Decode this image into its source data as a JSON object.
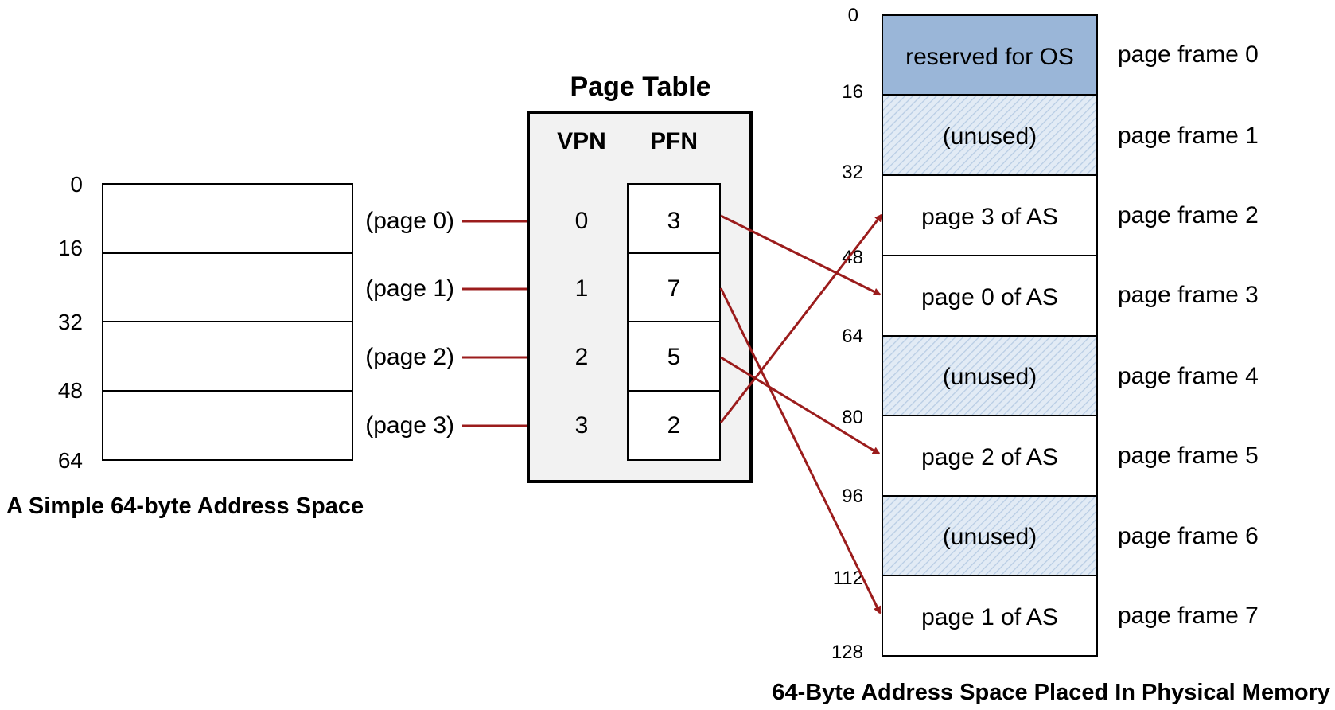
{
  "address_space": {
    "title": "A Simple 64-byte Address Space",
    "offsets": [
      "0",
      "16",
      "32",
      "48",
      "64"
    ],
    "pages": [
      "(page 0)",
      "(page 1)",
      "(page 2)",
      "(page 3)"
    ]
  },
  "page_table": {
    "title": "Page Table",
    "vpn_header": "VPN",
    "pfn_header": "PFN",
    "rows": [
      {
        "vpn": "0",
        "pfn": "3"
      },
      {
        "vpn": "1",
        "pfn": "7"
      },
      {
        "vpn": "2",
        "pfn": "5"
      },
      {
        "vpn": "3",
        "pfn": "2"
      }
    ]
  },
  "physical_memory": {
    "title": "64-Byte Address Space Placed In Physical Memory",
    "offsets": [
      "0",
      "16",
      "32",
      "48",
      "64",
      "80",
      "96",
      "112",
      "128"
    ],
    "frames": [
      {
        "content": "reserved for OS",
        "label": "page frame 0",
        "kind": "reserved"
      },
      {
        "content": "(unused)",
        "label": "page frame 1",
        "kind": "unused"
      },
      {
        "content": "page 3 of AS",
        "label": "page frame 2",
        "kind": "used"
      },
      {
        "content": "page 0 of AS",
        "label": "page frame 3",
        "kind": "used"
      },
      {
        "content": "(unused)",
        "label": "page frame 4",
        "kind": "unused"
      },
      {
        "content": "page 2 of AS",
        "label": "page frame 5",
        "kind": "used"
      },
      {
        "content": "(unused)",
        "label": "page frame 6",
        "kind": "unused"
      },
      {
        "content": "page 1 of AS",
        "label": "page frame 7",
        "kind": "used"
      }
    ]
  },
  "colors": {
    "arrow": "#9b1c1c",
    "reserved_fill": "#9ab6d8",
    "unused_fill": "#e2ebf5",
    "unused_hatch": "#b7cce4",
    "page_table_bg": "#f2f2f2"
  }
}
